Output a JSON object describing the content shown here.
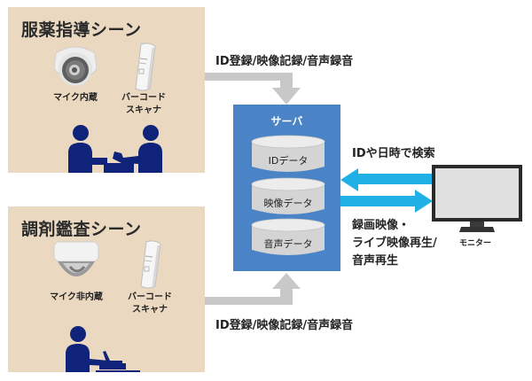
{
  "scenes": [
    {
      "title": "服薬指導シーン",
      "camera_label": "マイク内蔵",
      "scanner_label_line1": "バーコード",
      "scanner_label_line2": "スキャナ"
    },
    {
      "title": "調剤鑑査シーン",
      "camera_label": "マイク非内蔵",
      "scanner_label_line1": "バーコード",
      "scanner_label_line2": "スキャナ"
    }
  ],
  "flows": {
    "top_label": "ID登録/映像記録/音声録音",
    "bottom_label": "ID登録/映像記録/音声録音",
    "search_label": "IDや日時で検索",
    "playback_label_line1": "録画映像・",
    "playback_label_line2": "ライブ映像再生/",
    "playback_label_line3": "音声再生"
  },
  "server": {
    "title": "サーバ",
    "databases": [
      "IDデータ",
      "映像データ",
      "音声データ"
    ]
  },
  "monitor": {
    "label": "モニター"
  },
  "colors": {
    "panel_bg": "#ead9c0",
    "server_blue": "#4b84c6",
    "arrow_gray": "#c8c8c8",
    "arrow_cyan": "#1fb0e6",
    "figure_navy": "#0f237a"
  }
}
